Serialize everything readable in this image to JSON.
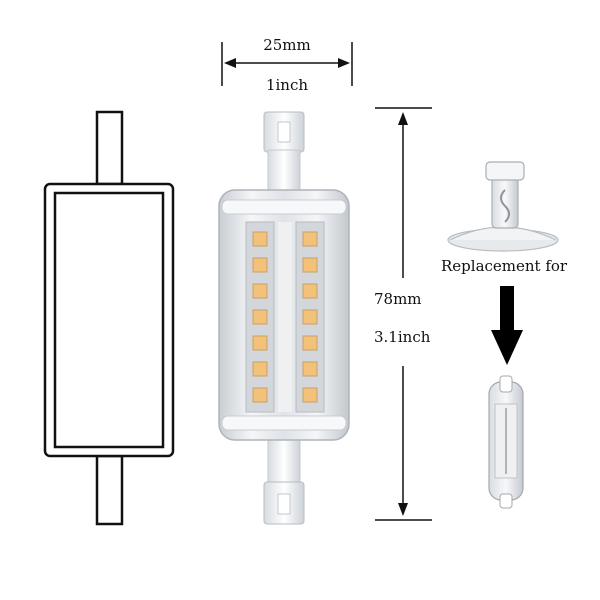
{
  "dimensions": {
    "width_mm": "25mm",
    "width_inch": "1inch",
    "length_mm": "78mm",
    "length_inch": "3.1inch"
  },
  "replacement": {
    "label": "Replacement for"
  },
  "colors": {
    "outline": "#111111",
    "led_chip": "#f2c27a",
    "housing": "#e9ecef",
    "arrow": "#000000"
  }
}
